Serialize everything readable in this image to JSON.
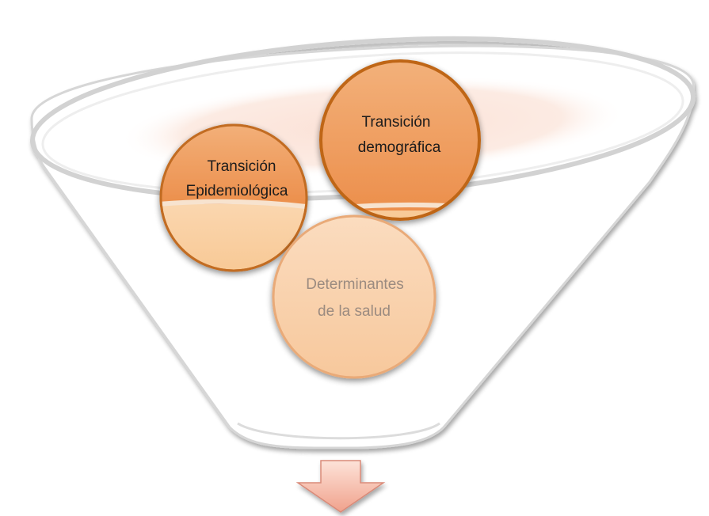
{
  "diagram": {
    "type": "funnel",
    "inputs": [
      {
        "id": "epidemiologica",
        "lines": [
          "Transición",
          "Epidemiológica"
        ]
      },
      {
        "id": "demografica",
        "lines": [
          "Transición",
          "demográfica"
        ]
      },
      {
        "id": "determinantes",
        "lines": [
          "Determinantes",
          "de la salud"
        ]
      }
    ],
    "output_arrow": {
      "direction": "down"
    }
  },
  "colors": {
    "funnel_stroke": "#d8d8d8",
    "funnel_shadow": "#a9a9a9",
    "rim_fill": "#fbe3da",
    "circle_dark": "#ef9a5a",
    "circle_light": "#fbd3a9",
    "circle_border": "#c76a20",
    "label_dark": "#1a1a1a",
    "label_light": "#9a8a80",
    "arrow_top": "#fde0d6",
    "arrow_bottom": "#f0a592",
    "arrow_stroke": "#d9887a"
  }
}
